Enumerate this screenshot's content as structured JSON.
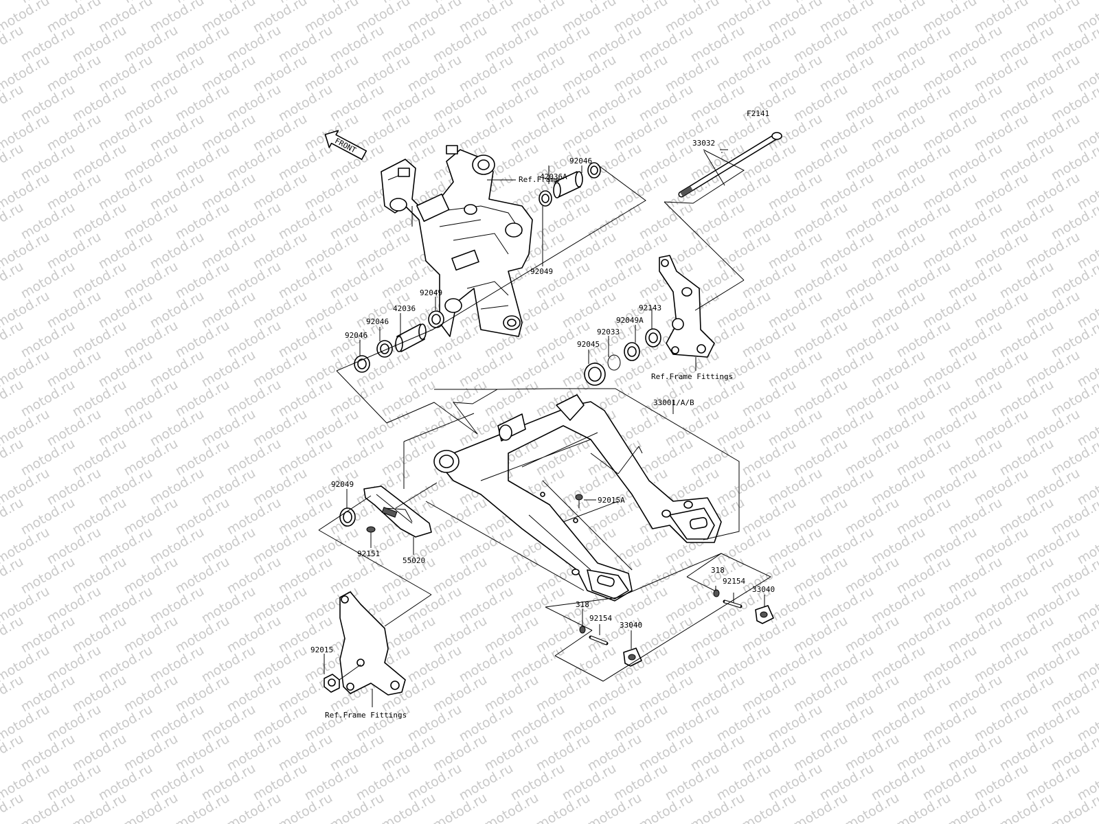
{
  "diagram": {
    "code": "F2141",
    "watermark": "motod.ru",
    "front_badge": "FRONT",
    "labels": {
      "p33032": "33032",
      "ref_frame": "Ref.Frame",
      "p92046_top": "92046",
      "p42036A": "42036A",
      "p92049_upper": "92049",
      "p92049_left": "92049",
      "p42036": "42036",
      "p92046_mid": "92046",
      "p92046_left": "92046",
      "p92143": "92143",
      "p92049A": "92049A",
      "p92033": "92033",
      "p92045": "92045",
      "ref_frame_fittings_right": "Ref.Frame Fittings",
      "p33001": "33001/A/B",
      "p92015A": "92015A",
      "p92049_low": "92049",
      "p92151": "92151",
      "p55020": "55020",
      "p318_right": "318",
      "p92154_right": "92154",
      "p33040_right": "33040",
      "p318_left": "318",
      "p92154_left": "92154",
      "p33040_left": "33040",
      "p92015": "92015",
      "ref_frame_fittings_left": "Ref.Frame Fittings"
    }
  }
}
